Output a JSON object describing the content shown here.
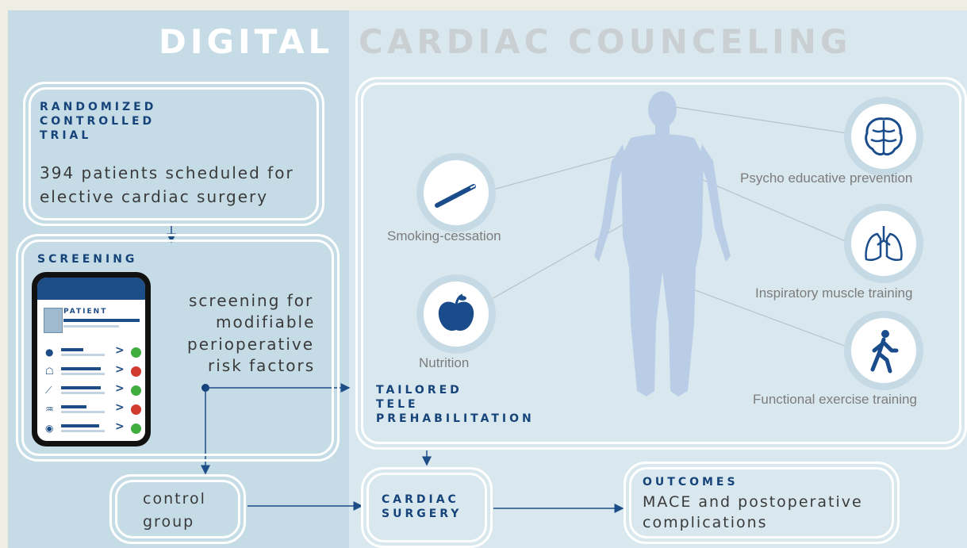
{
  "title": {
    "word1": "DIGITAL",
    "word2": "CARDIAC COUNCELING"
  },
  "rct": {
    "header_line1": "RANDOMIZED",
    "header_line2": "CONTROLLED",
    "header_line3": "TRIAL",
    "text_line1": "394 patients scheduled for",
    "text_line2": "elective cardiac surgery"
  },
  "screening": {
    "header": "SCREENING",
    "phone_patient_label": "PATIENT",
    "text_line1": "screening for",
    "text_line2": "modifiable",
    "text_line3": "perioperative",
    "text_line4": "risk factors",
    "rows": [
      {
        "icon": "apple-icon",
        "status": "green"
      },
      {
        "icon": "walking-person-icon",
        "status": "red"
      },
      {
        "icon": "cigarette-icon",
        "status": "green"
      },
      {
        "icon": "lungs-icon",
        "status": "red"
      },
      {
        "icon": "brain-icon",
        "status": "green"
      }
    ]
  },
  "prehab": {
    "header_line1": "TAILORED",
    "header_line2": "TELE",
    "header_line3": "PREHABILITATION",
    "items": {
      "smoking": "Smoking-cessation",
      "nutrition": "Nutrition",
      "psycho": "Psycho educative prevention",
      "inspiratory": "Inspiratory muscle training",
      "functional": "Functional exercise training"
    }
  },
  "control": {
    "line1": "control",
    "line2": "group"
  },
  "surgery": {
    "line1": "CARDIAC",
    "line2": "SURGERY"
  },
  "outcomes": {
    "header": "OUTCOMES",
    "line1": "MACE and postoperative",
    "line2": "complications"
  },
  "colors": {
    "navy": "#16447a",
    "panel_left": "#c5dce7",
    "panel_right": "#d9e8ef",
    "body_silhouette": "#b9cde6",
    "icon_blue": "#1a4c8c"
  }
}
